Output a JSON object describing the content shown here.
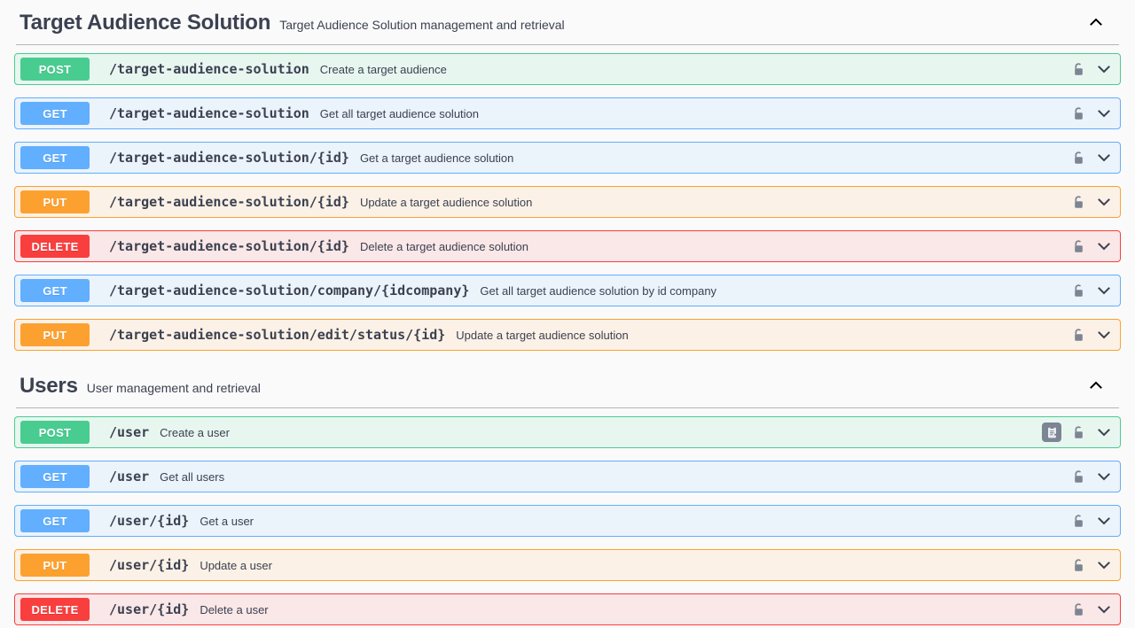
{
  "page": {
    "background": "#fafafa",
    "text_color": "#3b4151"
  },
  "method_colors": {
    "POST": "#49cc90",
    "GET": "#61affe",
    "PUT": "#fca130",
    "DELETE": "#f93e3e"
  },
  "sections": [
    {
      "id": "target-audience-solution",
      "title": "Target Audience Solution",
      "description": "Target Audience Solution management and retrieval",
      "expanded": true,
      "toggle_icon": "chevron-up-icon",
      "operations": [
        {
          "method": "POST",
          "path": "/target-audience-solution",
          "summary": "Create a target audience",
          "has_copy": false,
          "lock_icon": "unlocked-padlock-icon",
          "chevron_icon": "chevron-down-icon"
        },
        {
          "method": "GET",
          "path": "/target-audience-solution",
          "summary": "Get all target audience solution",
          "has_copy": false,
          "lock_icon": "unlocked-padlock-icon",
          "chevron_icon": "chevron-down-icon"
        },
        {
          "method": "GET",
          "path": "/target-audience-solution/{id}",
          "summary": "Get a target audience solution",
          "has_copy": false,
          "lock_icon": "unlocked-padlock-icon",
          "chevron_icon": "chevron-down-icon"
        },
        {
          "method": "PUT",
          "path": "/target-audience-solution/{id}",
          "summary": "Update a target audience solution",
          "has_copy": false,
          "lock_icon": "unlocked-padlock-icon",
          "chevron_icon": "chevron-down-icon"
        },
        {
          "method": "DELETE",
          "path": "/target-audience-solution/{id}",
          "summary": "Delete a target audience solution",
          "has_copy": false,
          "lock_icon": "unlocked-padlock-icon",
          "chevron_icon": "chevron-down-icon"
        },
        {
          "method": "GET",
          "path": "/target-audience-solution/company/{idcompany}",
          "summary": "Get all target audience solution by id company",
          "has_copy": false,
          "lock_icon": "unlocked-padlock-icon",
          "chevron_icon": "chevron-down-icon"
        },
        {
          "method": "PUT",
          "path": "/target-audience-solution/edit/status/{id}",
          "summary": "Update a target audience solution",
          "has_copy": false,
          "lock_icon": "unlocked-padlock-icon",
          "chevron_icon": "chevron-down-icon"
        }
      ]
    },
    {
      "id": "users",
      "title": "Users",
      "description": "User management and retrieval",
      "expanded": true,
      "toggle_icon": "chevron-up-icon",
      "operations": [
        {
          "method": "POST",
          "path": "/user",
          "summary": "Create a user",
          "has_copy": true,
          "copy_icon": "copy-to-clipboard-icon",
          "lock_icon": "unlocked-padlock-icon",
          "chevron_icon": "chevron-down-icon"
        },
        {
          "method": "GET",
          "path": "/user",
          "summary": "Get all users",
          "has_copy": false,
          "lock_icon": "unlocked-padlock-icon",
          "chevron_icon": "chevron-down-icon"
        },
        {
          "method": "GET",
          "path": "/user/{id}",
          "summary": "Get a user",
          "has_copy": false,
          "lock_icon": "unlocked-padlock-icon",
          "chevron_icon": "chevron-down-icon"
        },
        {
          "method": "PUT",
          "path": "/user/{id}",
          "summary": "Update a user",
          "has_copy": false,
          "lock_icon": "unlocked-padlock-icon",
          "chevron_icon": "chevron-down-icon"
        },
        {
          "method": "DELETE",
          "path": "/user/{id}",
          "summary": "Delete a user",
          "has_copy": false,
          "lock_icon": "unlocked-padlock-icon",
          "chevron_icon": "chevron-down-icon"
        }
      ]
    }
  ]
}
